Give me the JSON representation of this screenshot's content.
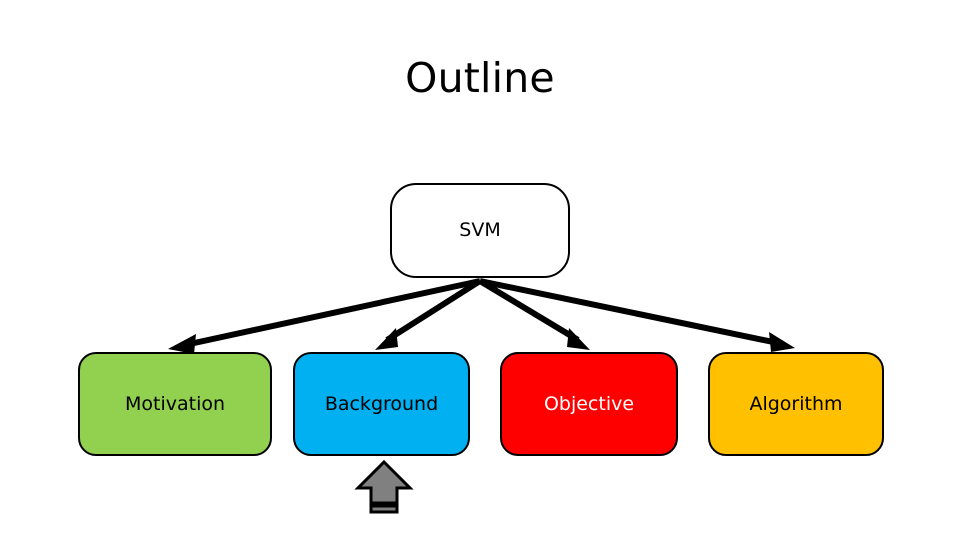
{
  "slide": {
    "title": "Outline",
    "background_color": "#ffffff"
  },
  "diagram": {
    "type": "hierarchy",
    "root": {
      "label": "SVM",
      "fill": "#ffffff",
      "text_color": "#000000",
      "border_color": "#000000"
    },
    "children": [
      {
        "label": "Motivation",
        "fill": "#92D050",
        "text_color": "#000000",
        "border_color": "#000000"
      },
      {
        "label": "Background",
        "fill": "#00B0F0",
        "text_color": "#000000",
        "border_color": "#000000"
      },
      {
        "label": "Objective",
        "fill": "#FF0000",
        "text_color": "#FFFFFF",
        "border_color": "#000000"
      },
      {
        "label": "Algorithm",
        "fill": "#FFC000",
        "text_color": "#000000",
        "border_color": "#000000"
      }
    ],
    "connectors": {
      "count": 4,
      "color": "#000000",
      "style": "arrow"
    },
    "highlight_marker": {
      "shape": "up-arrow",
      "points_to": "Background",
      "fill": "#808080",
      "border_color": "#000000"
    }
  }
}
